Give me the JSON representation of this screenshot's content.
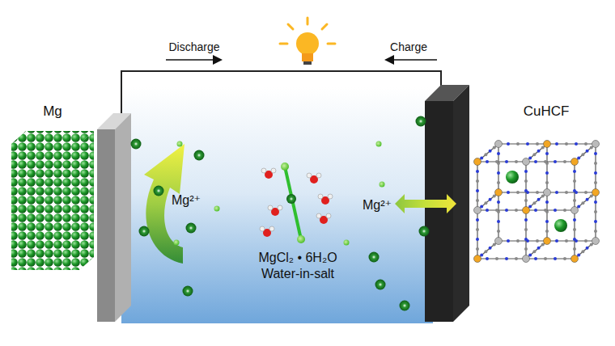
{
  "diagram": {
    "nodes": [
      {
        "text": [
          "Mg"
        ]
      },
      {
        "text": [
          "CuHCF"
        ]
      }
    ],
    "labels": [
      "Discharge",
      "Charge",
      "Mg²⁺",
      "Mg²⁺",
      "MgCl₂ • 6H₂O",
      "Water-in-salt"
    ]
  }
}
